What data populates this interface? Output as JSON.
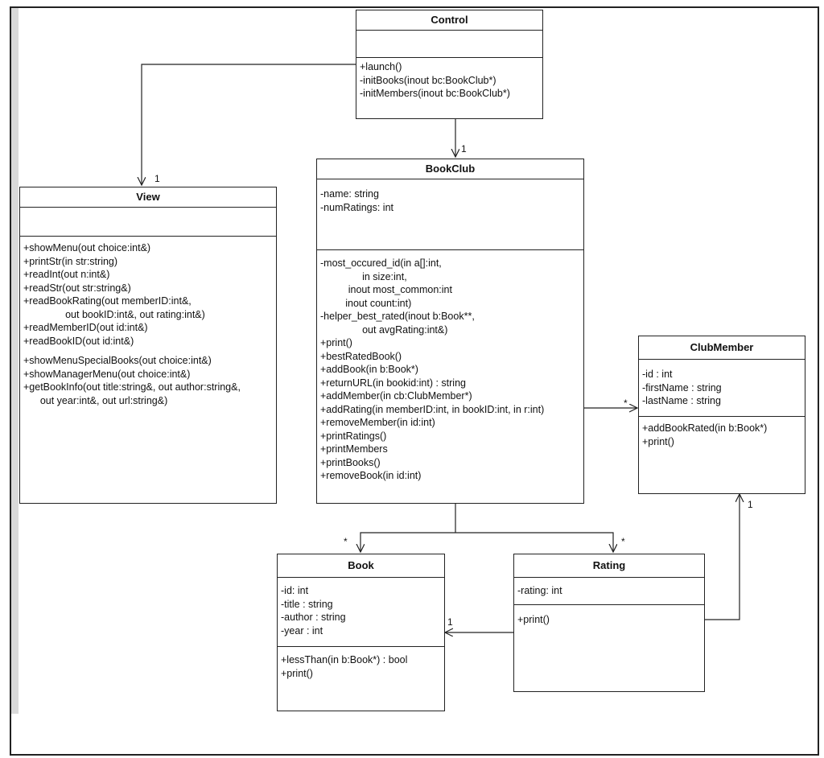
{
  "classes": {
    "control": {
      "name": "Control",
      "attributes": [],
      "methods": [
        "+launch()",
        "-initBooks(inout bc:BookClub*)",
        "-initMembers(inout bc:BookClub*)"
      ]
    },
    "view": {
      "name": "View",
      "attributes": [],
      "methods": [
        "+showMenu(out choice:int&)",
        "+printStr(in str:string)",
        "+readInt(out n:int&)",
        "+readStr(out str:string&)",
        "+readBookRating(out memberID:int&,",
        "               out bookID:int&, out rating:int&)",
        "+readMemberID(out id:int&)",
        "+readBookID(out id:int&)",
        "",
        "+showMenuSpecialBooks(out choice:int&)",
        "+showManagerMenu(out choice:int&)",
        "+getBookInfo(out title:string&, out author:string&,",
        "      out year:int&, out url:string&)"
      ]
    },
    "bookclub": {
      "name": "BookClub",
      "attributes": [
        "-name: string",
        "-numRatings: int"
      ],
      "methods": [
        "-most_occured_id(in a[]:int,",
        "               in size:int,",
        "          inout most_common:int",
        "         inout count:int)",
        "-helper_best_rated(inout b:Book**,",
        "               out avgRating:int&)",
        "+print()",
        "+bestRatedBook()",
        "+addBook(in b:Book*)",
        "+returnURL(in bookid:int) : string",
        "+addMember(in cb:ClubMember*)",
        "+addRating(in memberID:int, in bookID:int, in r:int)",
        "+removeMember(in id:int)",
        "+printRatings()",
        "+printMembers",
        "+printBooks()",
        "+removeBook(in id:int)"
      ]
    },
    "clubmember": {
      "name": "ClubMember",
      "attributes": [
        "-id : int",
        "-firstName : string",
        "-lastName : string"
      ],
      "methods": [
        "+addBookRated(in b:Book*)",
        "+print()"
      ]
    },
    "book": {
      "name": "Book",
      "attributes": [
        "-id: int",
        "-title : string",
        "-author : string",
        "-year : int"
      ],
      "methods": [
        "+lessThan(in b:Book*) : bool",
        "+print()"
      ]
    },
    "rating": {
      "name": "Rating",
      "attributes": [
        "-rating: int"
      ],
      "methods": [
        "+print()"
      ]
    }
  },
  "multiplicities": {
    "control_bookclub": "1",
    "control_view": "1",
    "bookclub_clubmember": "*",
    "bookclub_book": "*",
    "bookclub_rating": "*",
    "rating_book": "1",
    "rating_clubmember": "1"
  },
  "colors": {
    "line": "#222222",
    "sidebar": "#d9d9d9"
  }
}
